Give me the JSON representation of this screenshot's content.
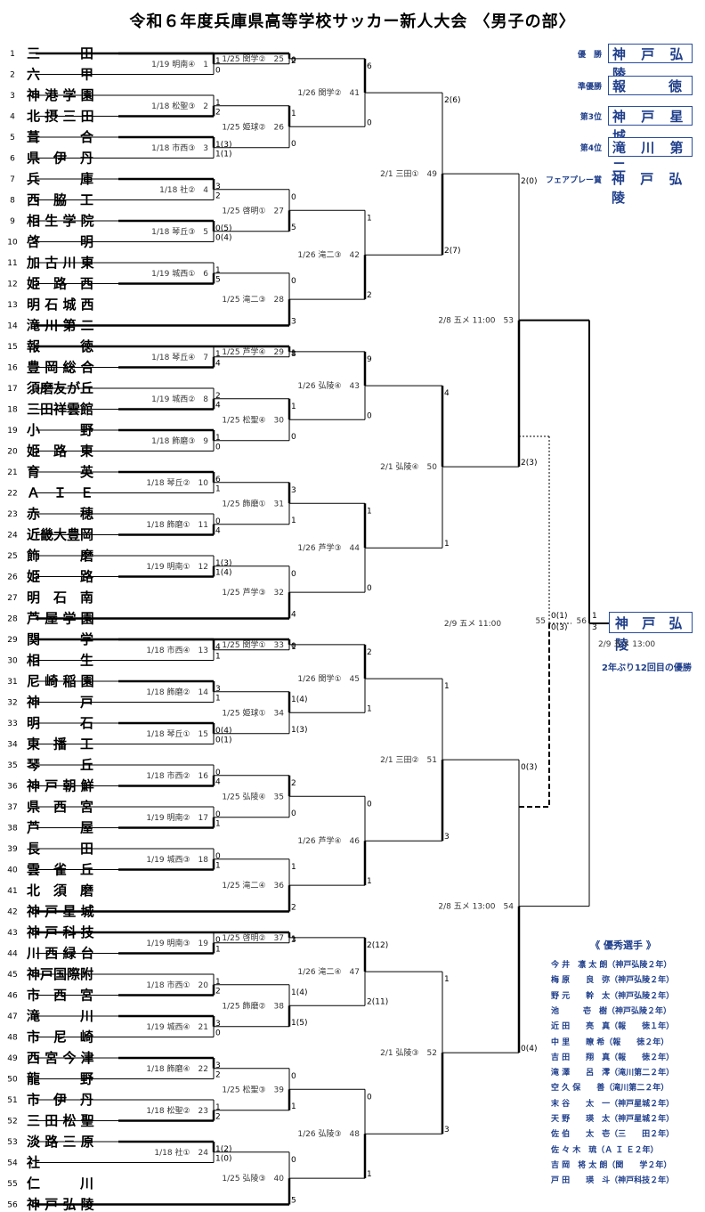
{
  "title": "令和６年度兵庫県高等学校サッカー新人大会 〈男子の部〉",
  "teams": [
    "三　　　田",
    "六　　　甲",
    "神 港 学 園",
    "北 摂 三 田",
    "葺　　　合",
    "県　伊　丹",
    "兵　　　庫",
    "西　脇　工",
    "相 生 学 院",
    "啓　　　明",
    "加 古 川 東",
    "姫　路　西",
    "明 石 城 西",
    "滝 川 第 二",
    "報　　　徳",
    "豊 岡 総 合",
    "須磨友が丘",
    "三田祥雲館",
    "小　　　野",
    "姫　路　東",
    "育　　　英",
    "Ａ　Ｉ　Ｅ",
    "赤　　　穂",
    "近畿大豊岡",
    "飾　　　磨",
    "姫　　　路",
    "明　石　南",
    "芦 屋 学 園",
    "関　　　学",
    "相　　　生",
    "尼 崎 稲 園",
    "神　　　戸",
    "明　　　石",
    "東　播　工",
    "琴　　　丘",
    "神 戸 朝 鮮",
    "県　西　宮",
    "芦　　　屋",
    "長　　　田",
    "雲　雀　丘",
    "北　須　磨",
    "神 戸 星 城",
    "神 戸 科 技",
    "川 西 緑 台",
    "神戸国際附",
    "市　西　宮",
    "滝　　　川",
    "市　尼　崎",
    "西 宮 今 津",
    "龍　　　野",
    "市　伊　丹",
    "三 田 松 聖",
    "淡 路 三 原",
    "社",
    "仁　　　川",
    "神 戸 弘 陵"
  ],
  "awards": [
    {
      "label": "優　勝",
      "value": "神 戸 弘 陵"
    },
    {
      "label": "準優勝",
      "value": "報　　徳"
    },
    {
      "label": "第3位",
      "value": "神 戸 星 城"
    },
    {
      "label": "第4位",
      "value": "滝 川 第 二"
    },
    {
      "label": "フェアプレー賞",
      "value": "神 戸 弘 陵"
    }
  ],
  "matches": [
    {
      "no": "1",
      "info": "1/19 明南④",
      "s1": "1",
      "s2": "0"
    },
    {
      "no": "2",
      "info": "1/18 松聖③",
      "s1": "1",
      "s2": "2"
    },
    {
      "no": "3",
      "info": "1/18 市西③",
      "s1": "1(3)",
      "s2": "1(1)"
    },
    {
      "no": "4",
      "info": "1/18 社②",
      "s1": "3",
      "s2": "2"
    },
    {
      "no": "5",
      "info": "1/18 琴丘③",
      "s1": "0(5)",
      "s2": "0(4)"
    },
    {
      "no": "6",
      "info": "1/19 城西①",
      "s1": "1",
      "s2": "5"
    },
    {
      "no": "7",
      "info": "1/18 琴丘④",
      "s1": "1",
      "s2": "4"
    },
    {
      "no": "8",
      "info": "1/19 城西②",
      "s1": "2",
      "s2": "4"
    },
    {
      "no": "9",
      "info": "1/18 飾磨③",
      "s1": "1",
      "s2": "0"
    },
    {
      "no": "10",
      "info": "1/18 琴丘②",
      "s1": "6",
      "s2": "1"
    },
    {
      "no": "11",
      "info": "1/18 飾磨①",
      "s1": "0",
      "s2": "4"
    },
    {
      "no": "12",
      "info": "1/19 明南①",
      "s1": "1(3)",
      "s2": "1(4)"
    },
    {
      "no": "13",
      "info": "1/18 市西④",
      "s1": "4",
      "s2": "1"
    },
    {
      "no": "14",
      "info": "1/18 飾磨②",
      "s1": "3",
      "s2": "1"
    },
    {
      "no": "15",
      "info": "1/18 琴丘①",
      "s1": "0(4)",
      "s2": "0(1)"
    },
    {
      "no": "16",
      "info": "1/18 市西②",
      "s1": "0",
      "s2": "4"
    },
    {
      "no": "17",
      "info": "1/19 明南②",
      "s1": "0",
      "s2": "1"
    },
    {
      "no": "18",
      "info": "1/19 城西③",
      "s1": "0",
      "s2": "1"
    },
    {
      "no": "19",
      "info": "1/19 明南③",
      "s1": "0",
      "s2": "1"
    },
    {
      "no": "20",
      "info": "1/18 市西①",
      "s1": "1",
      "s2": "2"
    },
    {
      "no": "21",
      "info": "1/19 城西④",
      "s1": "3",
      "s2": "0"
    },
    {
      "no": "22",
      "info": "1/18 飾磨④",
      "s1": "3",
      "s2": "2"
    },
    {
      "no": "23",
      "info": "1/18 松聖②",
      "s1": "1",
      "s2": "2"
    },
    {
      "no": "24",
      "info": "1/18 社①",
      "s1": "1(2)",
      "s2": "1(0)"
    },
    {
      "no": "25",
      "info": "1/25 関学②",
      "s1": "2",
      "s2": "0"
    },
    {
      "no": "26",
      "info": "1/25 姫球②",
      "s1": "1",
      "s2": "0"
    },
    {
      "no": "27",
      "info": "1/25 啓明①",
      "s1": "0",
      "s2": "5"
    },
    {
      "no": "28",
      "info": "1/25 滝二③",
      "s1": "0",
      "s2": "3"
    },
    {
      "no": "29",
      "info": "1/25 芦学④",
      "s1": "8",
      "s2": "1"
    },
    {
      "no": "30",
      "info": "1/25 松聖④",
      "s1": "1",
      "s2": "0"
    },
    {
      "no": "31",
      "info": "1/25 飾磨①",
      "s1": "3",
      "s2": "1"
    },
    {
      "no": "32",
      "info": "1/25 芦学③",
      "s1": "0",
      "s2": "4"
    },
    {
      "no": "33",
      "info": "1/25 関学①",
      "s1": "1",
      "s2": "0"
    },
    {
      "no": "34",
      "info": "1/25 姫球①",
      "s1": "1(4)",
      "s2": "1(3)"
    },
    {
      "no": "35",
      "info": "1/25 弘陵④",
      "s1": "2",
      "s2": "0"
    },
    {
      "no": "36",
      "info": "1/25 滝二④",
      "s1": "1",
      "s2": "2"
    },
    {
      "no": "37",
      "info": "1/25 啓明②",
      "s1": "3",
      "s2": "1"
    },
    {
      "no": "38",
      "info": "1/25 飾磨②",
      "s1": "1(4)",
      "s2": "1(5)"
    },
    {
      "no": "39",
      "info": "1/25 松聖③",
      "s1": "0",
      "s2": "1"
    },
    {
      "no": "40",
      "info": "1/25 弘陵③",
      "s1": "0",
      "s2": "5"
    },
    {
      "no": "41",
      "info": "1/26 関学②",
      "s1": "6",
      "s2": "0"
    },
    {
      "no": "42",
      "info": "1/26 滝二③",
      "s1": "1",
      "s2": "2"
    },
    {
      "no": "43",
      "info": "1/26 弘陵④",
      "s1": "9",
      "s2": "0"
    },
    {
      "no": "44",
      "info": "1/26 芦学③",
      "s1": "1",
      "s2": "0"
    },
    {
      "no": "45",
      "info": "1/26 関学①",
      "s1": "2",
      "s2": "1"
    },
    {
      "no": "46",
      "info": "1/26 芦学④",
      "s1": "0",
      "s2": "1"
    },
    {
      "no": "47",
      "info": "1/26 滝二④",
      "s1": "2(12)",
      "s2": "2(11)"
    },
    {
      "no": "48",
      "info": "1/26 弘陵③",
      "s1": "0",
      "s2": "1"
    },
    {
      "no": "49",
      "info": "2/1 三田①",
      "s1": "2(6)",
      "s2": "2(7)"
    },
    {
      "no": "50",
      "info": "2/1 弘陵④",
      "s1": "4",
      "s2": "1"
    },
    {
      "no": "51",
      "info": "2/1 三田②",
      "s1": "1",
      "s2": "3"
    },
    {
      "no": "52",
      "info": "2/1 弘陵③",
      "s1": "1",
      "s2": "3"
    },
    {
      "no": "53",
      "info": "2/8 五メ 11:00",
      "s1": "2(0)",
      "s2": "2(3)"
    },
    {
      "no": "54",
      "info": "2/8 五メ 13:00",
      "s1": "0(3)",
      "s2": "0(4)"
    },
    {
      "no": "55",
      "info": "2/9 五メ 11:00",
      "s1": "0(1)",
      "s2": "0(3)"
    },
    {
      "no": "56",
      "info": "2/9 五メ 13:00",
      "s1": "1",
      "s2": "3"
    }
  ],
  "champion": {
    "name": "神 戸 弘 陵",
    "note": "2年ぶり12回目の優勝"
  },
  "best_players": {
    "title": "《 優秀選手 》",
    "list": [
      "今 井　凛 太 朗（神戸弘陵２年）",
      "梅 原　　良　弥（神戸弘陵２年）",
      "野 元　　幹　太（神戸弘陵２年）",
      "池　　　壱　樹（神戸弘陵２年）",
      "近 田　　亮　真（報　　徳１年）",
      "中 里　　瞭 希（報　　徳２年）",
      "吉 田　　翔　真（報　　徳２年）",
      "滝 澤　　呂　澪（滝川第二２年）",
      "空 久 保　　善（滝川第二２年）",
      "末 谷　　太　一（神戸星城２年）",
      "天 野　　瑛　太（神戸星城２年）",
      "佐 伯　　太　壱（三　　田２年）",
      "佐 々 木　琉（Ａ Ｉ Ｅ２年）",
      "吉 岡　将 太 朗（関　　学２年）",
      "戸 田　　瑛　斗（神戸科技２年）"
    ]
  }
}
